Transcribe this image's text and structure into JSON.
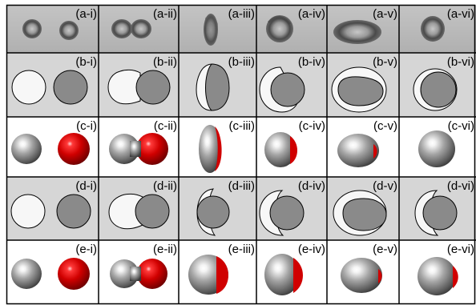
{
  "colors": {
    "schematic_background": "#d6d6d6",
    "photo_background": "#b9b9b9",
    "droplet_dark": "#8a8a8a",
    "droplet_light": "#f7f7f7",
    "sphere_grey": "#9c9c9c",
    "sphere_red": "#d00000",
    "grid_line": "#000000"
  },
  "rows": [
    {
      "id": "a",
      "kind": "photo",
      "labels": [
        "(a-i)",
        "(a-ii)",
        "(a-iii)",
        "(a-iv)",
        "(a-v)",
        "(a-vi)"
      ]
    },
    {
      "id": "b",
      "kind": "schematic",
      "labels": [
        "(b-i)",
        "(b-ii)",
        "(b-iii)",
        "(b-iv)",
        "(b-v)",
        "(b-vi)"
      ]
    },
    {
      "id": "c",
      "kind": "render",
      "labels": [
        "(c-i)",
        "(c-ii)",
        "(c-iii)",
        "(c-iv)",
        "(c-v)",
        "(c-vi)"
      ]
    },
    {
      "id": "d",
      "kind": "schematic",
      "labels": [
        "(d-i)",
        "(d-ii)",
        "(d-iii)",
        "(d-iv)",
        "(d-v)",
        "(d-vi)"
      ]
    },
    {
      "id": "e",
      "kind": "render",
      "labels": [
        "(e-i)",
        "(e-ii)",
        "(e-iii)",
        "(e-iv)",
        "(e-v)",
        "(e-vi)"
      ]
    }
  ]
}
